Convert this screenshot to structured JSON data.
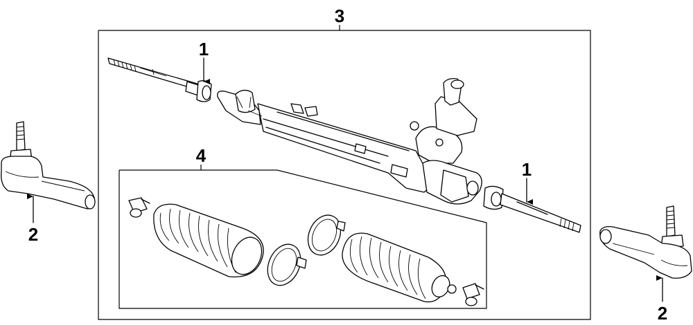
{
  "callouts": {
    "assembly": "3",
    "inner_tie_rod_left": "1",
    "inner_tie_rod_right": "1",
    "outer_tie_end_left": "2",
    "outer_tie_end_right": "2",
    "boot_kit": "4"
  },
  "colors": {
    "line": "#000000",
    "background": "#ffffff"
  }
}
